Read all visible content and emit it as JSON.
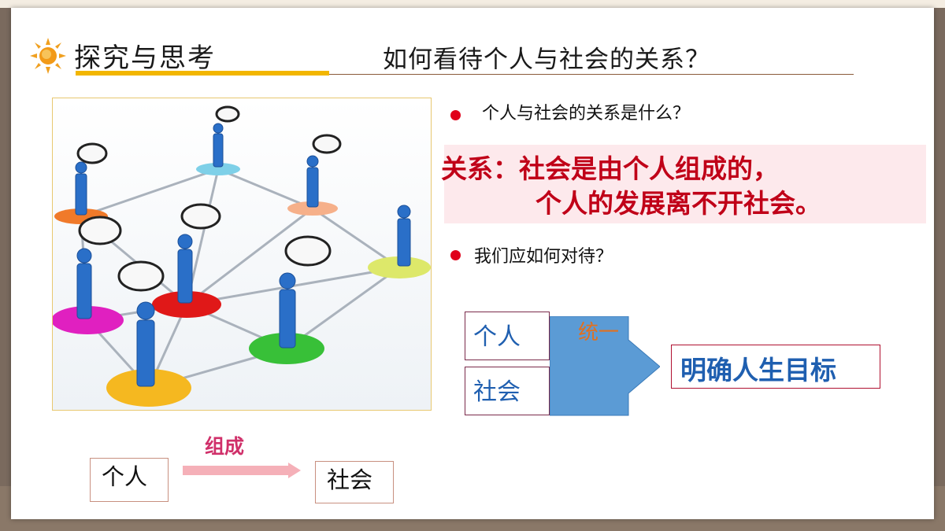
{
  "header": {
    "section_title": "探究与思考",
    "question_title": "如何看待个人与社会的关系？",
    "icon": "sun-icon"
  },
  "illustration": {
    "icon": "people-network-illustration"
  },
  "questions": {
    "q1": "个人与社会的关系是什么？",
    "q2": "我们应如何对待？"
  },
  "answer": {
    "line1": "关系：社会是由个人组成的，",
    "line2": "个人的发展离不开社会。"
  },
  "diagram_unify": {
    "box_individual": "个人",
    "box_society": "社会",
    "arrow_label": "统一",
    "result": "明确人生目标"
  },
  "diagram_compose": {
    "from": "个人",
    "arrow_label": "组成",
    "to": "社会"
  },
  "colors": {
    "accent_red": "#c00018",
    "accent_blue": "#1f5fb0",
    "arrow_blue": "#5b9bd5",
    "title_bar": "#f2b600"
  }
}
